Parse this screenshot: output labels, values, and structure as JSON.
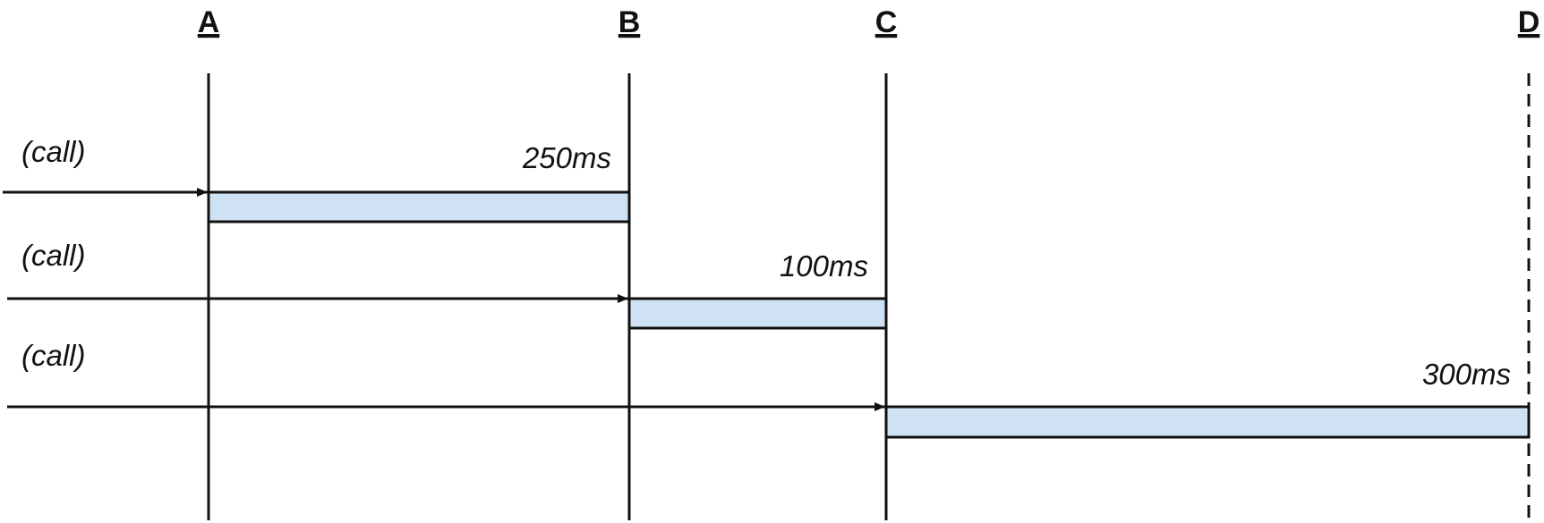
{
  "markers": [
    "A",
    "B",
    "C",
    "D"
  ],
  "calls": [
    {
      "label": "(call)",
      "start": "A",
      "end": "B",
      "duration": "250ms"
    },
    {
      "label": "(call)",
      "start": "B",
      "end": "C",
      "duration": "100ms"
    },
    {
      "label": "(call)",
      "start": "C",
      "end": "D",
      "duration": "300ms"
    }
  ],
  "colors": {
    "bar_fill": "#cfe2f3",
    "line": "#111111"
  }
}
